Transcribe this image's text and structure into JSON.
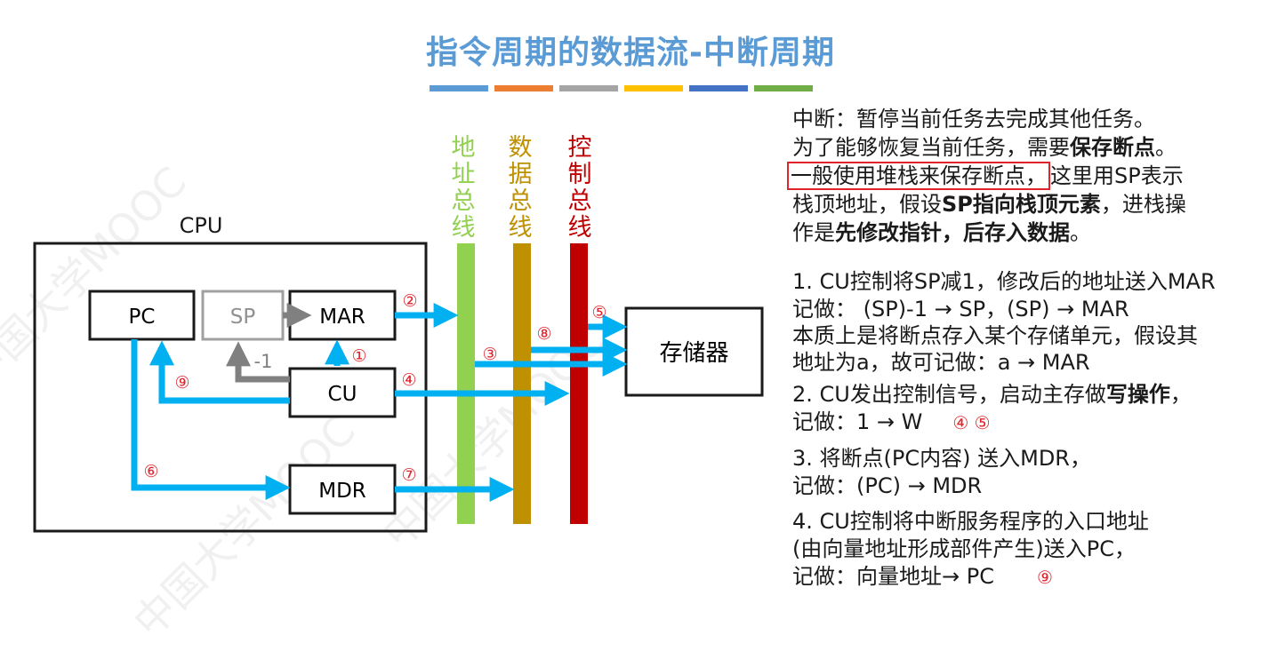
{
  "title": "指令周期的数据流-中断周期",
  "title_bar_colors": [
    "#5b9bd5",
    "#ed7d31",
    "#a5a5a5",
    "#ffc000",
    "#4472c4",
    "#70ad47"
  ],
  "watermark": "中国大学MOOC",
  "diagram": {
    "cpu_label": "CPU",
    "registers": {
      "pc": "PC",
      "sp": "SP",
      "mar": "MAR",
      "cu": "CU",
      "mdr": "MDR"
    },
    "sp_minus_label": "-1",
    "memory_label": "存储器",
    "buses": {
      "address": {
        "label": [
          "地",
          "址",
          "总",
          "线"
        ],
        "color": "#92d050"
      },
      "data": {
        "label": [
          "数",
          "据",
          "总",
          "线"
        ],
        "color": "#bf9000"
      },
      "control": {
        "label": [
          "控",
          "制",
          "总",
          "线"
        ],
        "color": "#c00000"
      }
    },
    "markers": {
      "m1": "①",
      "m2": "②",
      "m3": "③",
      "m4": "④",
      "m5": "⑤",
      "m6": "⑥",
      "m7": "⑦",
      "m8": "⑧",
      "m9": "⑨"
    },
    "arrow_color": "#00b0f0",
    "sp_arrow_color": "#808080"
  },
  "explanation": {
    "line1": "中断：暂停当前任务去完成其他任务。",
    "line2_pre": "为了能够恢复当前任务，需要",
    "line2_bold": "保存断点",
    "line2_post": "。",
    "line3_boxed": "一般使用堆栈来保存断点，",
    "line3_post": "这里用SP表示",
    "line4_pre": "栈顶地址，假设",
    "line4_bold": "SP指向栈顶元素",
    "line4_post": "，进栈操",
    "line5_pre": "作是",
    "line5_bold": "先修改指针，后存入数据",
    "line5_post": "。",
    "step1_title": "1. CU控制将SP减1，修改后的地址送入MAR",
    "step1_note": "记做： (SP)-1 → SP，(SP) → MAR",
    "step1_desc1": "本质上是将断点存入某个存储单元，假设其",
    "step1_desc2": "地址为a，故可记做：a → MAR",
    "step2_title_pre": "2. CU发出控制信号，启动主存做",
    "step2_title_bold": "写操作",
    "step2_title_post": "，",
    "step2_note": "记做：1 → W",
    "step2_marks": "④ ⑤",
    "step3_title": "3. 将断点(PC内容) 送入MDR，",
    "step3_note": "记做：(PC) → MDR",
    "step4_title": "4. CU控制将中断服务程序的入口地址",
    "step4_sub": "(由向量地址形成部件产生)送入PC，",
    "step4_note": "记做：向量地址→ PC",
    "step4_mark": "⑨"
  }
}
